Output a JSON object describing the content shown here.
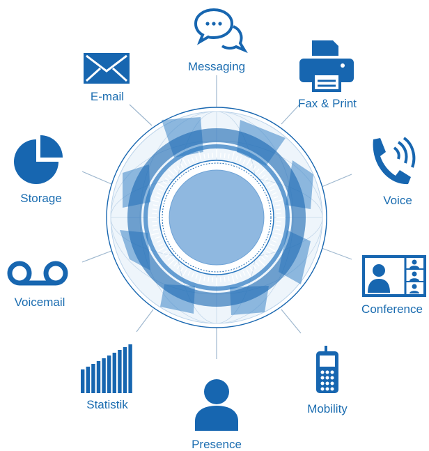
{
  "colors": {
    "primary": "#1766b0",
    "label": "#1a6cb0",
    "connector": "#9fb8cf",
    "hub_light": "#c8ddf0",
    "hub_mid": "#6fa3d6"
  },
  "hub": {
    "name": "communication-hub"
  },
  "features": [
    {
      "id": "messaging",
      "label": "Messaging",
      "icon": "chat-bubbles-icon"
    },
    {
      "id": "fax-print",
      "label": "Fax & Print",
      "icon": "printer-icon"
    },
    {
      "id": "voice",
      "label": "Voice",
      "icon": "phone-icon"
    },
    {
      "id": "conference",
      "label": "Conference",
      "icon": "video-conference-icon"
    },
    {
      "id": "mobility",
      "label": "Mobility",
      "icon": "mobile-phone-icon"
    },
    {
      "id": "presence",
      "label": "Presence",
      "icon": "person-icon"
    },
    {
      "id": "statistik",
      "label": "Statistik",
      "icon": "bar-chart-icon"
    },
    {
      "id": "voicemail",
      "label": "Voicemail",
      "icon": "voicemail-icon"
    },
    {
      "id": "storage",
      "label": "Storage",
      "icon": "pie-chart-icon"
    },
    {
      "id": "email",
      "label": "E-mail",
      "icon": "envelope-icon"
    }
  ]
}
